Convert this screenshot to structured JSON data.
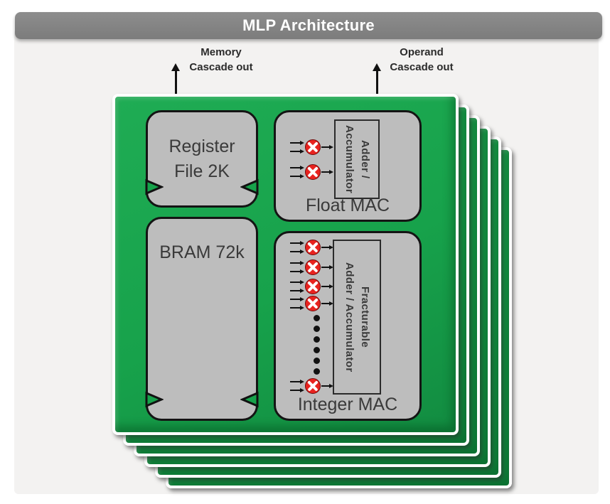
{
  "title": "MLP Architecture",
  "cascade_out": {
    "memory": {
      "line1": "Memory",
      "line2": "Cascade out"
    },
    "operand": {
      "line1": "Operand",
      "line2": "Cascade out"
    }
  },
  "blocks": {
    "register_file": {
      "label": "Register File 2K",
      "line1": "Register",
      "line2": "File 2K"
    },
    "bram": {
      "label": "BRAM 72k"
    },
    "float_mac": {
      "label": "Float MAC",
      "adder_text": "Adder /\nAccumulator",
      "multiplier_count": 2
    },
    "integer_mac": {
      "label": "Integer MAC",
      "adder_text": "Fracturable\nAdder / Accumulator",
      "multiplier_count": 5,
      "ellipsis_dots": 6
    }
  },
  "stack": {
    "layer_count": 6
  },
  "colors": {
    "card_green": "#17a24b",
    "block_gray": "#bdbdbd",
    "multiplier_red": "#e8231f",
    "titlebar_gray": "#828282",
    "panel_bg": "#f3f2f1",
    "text_dark": "#3a3a3a",
    "title_text": "#ffffff"
  }
}
